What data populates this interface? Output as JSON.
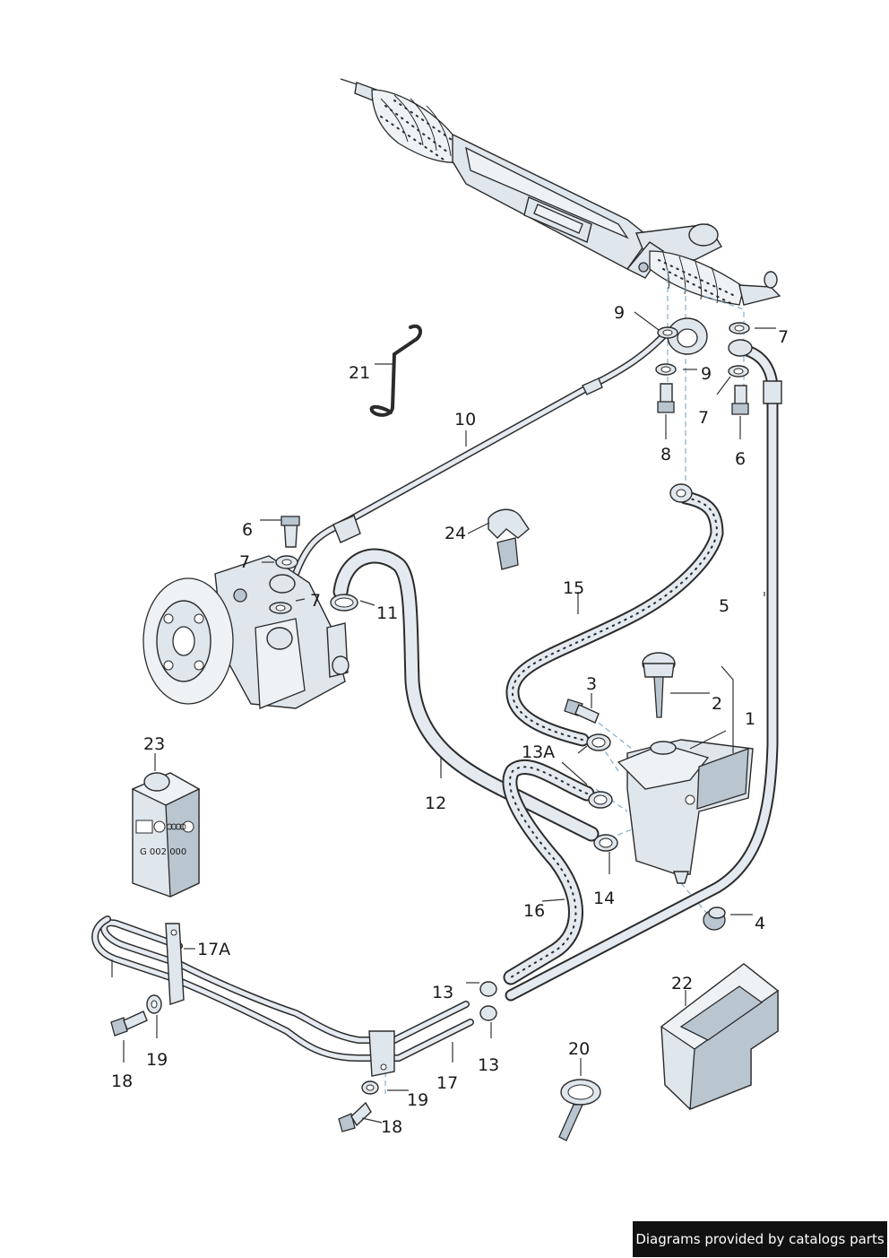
{
  "labels": {
    "l1": "1",
    "l2": "2",
    "l3": "3",
    "l4": "4",
    "l5": "5",
    "l6a": "6",
    "l6b": "6",
    "l7a": "7",
    "l7b": "7",
    "l7c": "7",
    "l7d": "7",
    "l8": "8",
    "l9a": "9",
    "l9b": "9",
    "l10": "10",
    "l11": "11",
    "l12": "12",
    "l13a": "13",
    "l13b": "13",
    "l13A": "13A",
    "l14": "14",
    "l15": "15",
    "l16": "16",
    "l17": "17",
    "l17A": "17A",
    "l18a": "18",
    "l18b": "18",
    "l19a": "19",
    "l19b": "19",
    "l20": "20",
    "l21": "21",
    "l22": "22",
    "l23": "23",
    "l24": "24"
  },
  "can_label": "G 002 000",
  "credit": "Diagrams provided by catalogs parts"
}
